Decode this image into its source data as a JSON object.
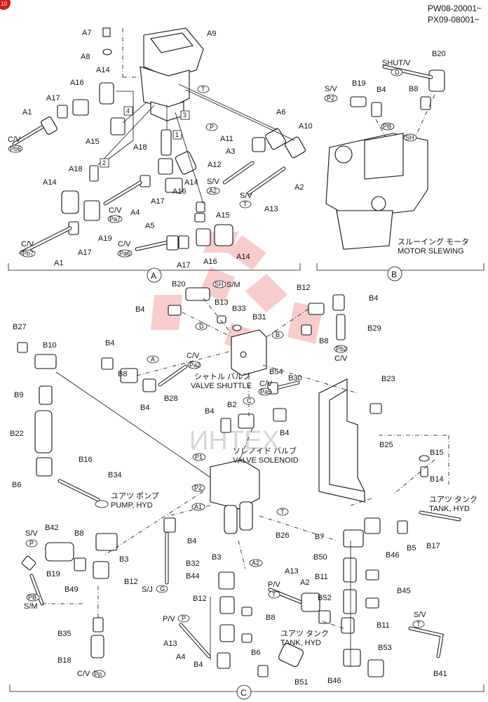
{
  "header": {
    "serial_1": "PW08-20001~",
    "serial_2": "PX09-08001~",
    "page_badge": "10"
  },
  "groups": {
    "a": "A",
    "b": "B",
    "c": "C"
  },
  "section_b": {
    "motor_jp": "スルーイング モータ",
    "motor_en": "MOTOR SLEWING",
    "shut_valve": "SHUT/V"
  },
  "notes": {
    "valve_shuttle_jp": "シャトル バルブ",
    "valve_shuttle_en": "VALVE SHUTTLE",
    "valve_solenoid_jp": "ソレノイド バルブ",
    "valve_solenoid_en": "VALVE SOLENOID",
    "pump_jp": "ユアツ ポンプ",
    "pump_en": "PUMP, HYD",
    "tank_jp": "ユアツ タンク",
    "tank_en": "TANK, HYD",
    "tank2_jp": "ユアツ タンク",
    "tank2_en": "TANK, HYD"
  },
  "watermark": "ИНТЕХ",
  "labels": {
    "A7": "A7",
    "A8": "A8",
    "A9": "A9",
    "A14a": "A14",
    "A16a": "A16",
    "A17a": "A17",
    "A1a": "A1",
    "A15a": "A15",
    "A18a": "A18",
    "A18b": "A18",
    "A14b": "A14",
    "A14c": "A14",
    "A16b": "A16",
    "A17b": "A17",
    "A4": "A4",
    "A19": "A19",
    "A1b": "A1",
    "A17c": "A17",
    "A5": "A5",
    "A17d": "A17",
    "A16c": "A16",
    "A14d": "A14",
    "A15b": "A15",
    "A6": "A6",
    "A10": "A10",
    "A11": "A11",
    "A3": "A3",
    "A12": "A12",
    "A2": "A2",
    "A13": "A13",
    "B20": "B20",
    "B19": "B19",
    "B4a": "B4",
    "B8a": "B8",
    "B20c": "B20",
    "B12a": "B12",
    "B4b": "B4",
    "B4c": "B4",
    "B13": "B13",
    "B33": "B33",
    "B31": "B31",
    "B8b": "B8",
    "B29": "B29",
    "B27": "B27",
    "B10": "B10",
    "B4d": "B4",
    "B8c": "B8",
    "B4e": "B4",
    "B28": "B28",
    "B54": "B54",
    "B30": "B30",
    "B23": "B23",
    "B9": "B9",
    "B4f": "B4",
    "B2": "B2",
    "B4g": "B4",
    "B25": "B25",
    "B22": "B22",
    "B15": "B15",
    "B14": "B14",
    "B16": "B16",
    "B34": "B34",
    "B6a": "B6",
    "B26": "B26",
    "B4h": "B4",
    "B7": "B7",
    "B46a": "B46",
    "B5": "B5",
    "B17": "B17",
    "B42": "B42",
    "B8d": "B8",
    "B3a": "B3",
    "B19b": "B19",
    "B49": "B49",
    "B12b": "B12",
    "B32": "B32",
    "B44": "B44",
    "B3b": "B3",
    "A13c": "A13",
    "A2c": "A2",
    "B50": "B50",
    "B45": "B45",
    "B11a": "B11",
    "B11b": "B11",
    "B52": "B52",
    "B35": "B35",
    "B12c": "B12",
    "B8e": "B8",
    "A13d": "A13",
    "A4c": "A4",
    "B4i": "B4",
    "B18": "B18",
    "B6b": "B6",
    "B51": "B51",
    "B53": "B53",
    "B46b": "B46",
    "B41": "B41"
  },
  "ports": {
    "CV": "C/V",
    "SV": "S/V",
    "SM": "S/M",
    "SJ": "S/J",
    "PV": "P/V",
    "Pb6": "Pb6",
    "Pa7": "Pa7",
    "Pb7": "Pb7",
    "Pa6": "Pa6",
    "A2p": "A2",
    "Tp": "T",
    "D": "D",
    "P2": "P2",
    "PB": "PB",
    "SH": "SH",
    "Pb2": "Pb2",
    "Pa2": "Pa2",
    "Pa5": "Pa5",
    "Pp": "Pp",
    "G": "G",
    "T2": "T",
    "P": "P",
    "A1": "A1",
    "A2": "A2",
    "P1": "P1",
    "P2b": "P2",
    "Tc": "T",
    "C": "C",
    "Bc": "B",
    "Ac": "A",
    "Dc": "D",
    "Tv": "T",
    "n1": "1",
    "n2": "2",
    "n3": "3",
    "n4": "4",
    "Pcirc": "P",
    "Tcirc": "T"
  }
}
